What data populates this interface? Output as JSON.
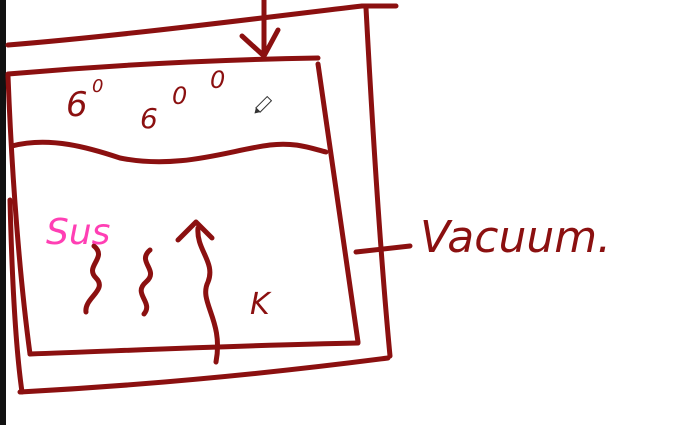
{
  "labels": {
    "zero_top": "0",
    "six_left": "6",
    "six_mid": "6",
    "sus": "Sus",
    "k": "K",
    "vacuum": "Vacuum."
  },
  "colors": {
    "ink": "#8b1010",
    "highlight": "#ff3fb4",
    "screen_edge": "#111111",
    "background": "#ffffff"
  },
  "icons": {
    "cursor": "pen-cursor-icon"
  }
}
